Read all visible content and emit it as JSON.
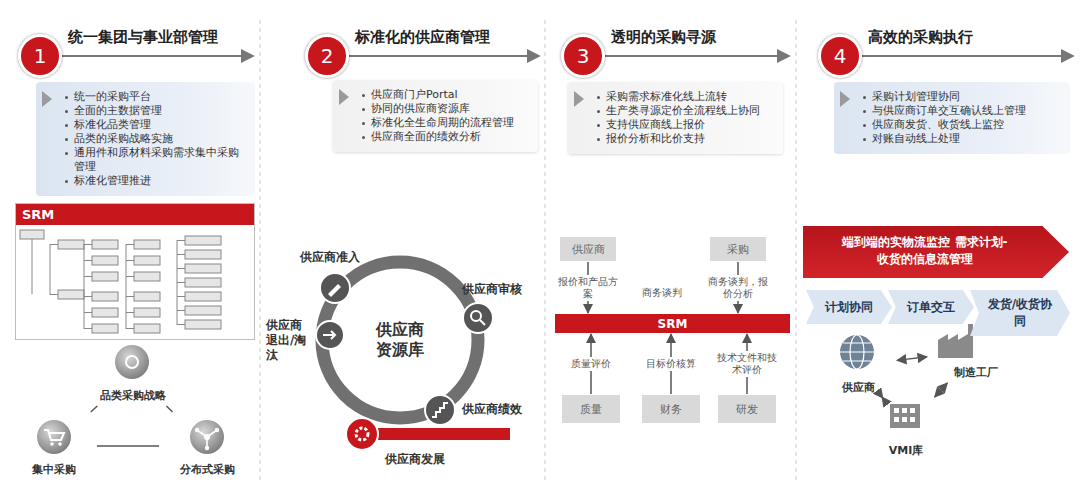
{
  "diagram": {
    "nodes": [
      {
        "text": [
          "1"
        ]
      },
      {
        "text": [
          "统一的采购平台",
          "全面的主数据管理",
          "标准化品类管理",
          "品类的采购战略实施",
          "通用件和原材料采购需求集中采购管理",
          "标准化管理推进"
        ]
      },
      {
        "text": [
          "SRM"
        ]
      },
      {
        "text": [
          "品类采购战略"
        ]
      },
      {
        "text": [
          "集中采购"
        ]
      },
      {
        "text": [
          "分布式采购"
        ]
      },
      {
        "text": [
          "2"
        ]
      },
      {
        "text": [
          "供应商门户Portal",
          "协同的供应商资源库",
          "标准化全生命周期的流程管理",
          "供应商全面的绩效分析"
        ]
      },
      {
        "text": [
          "供应商资源库"
        ]
      },
      {
        "text": [
          "供应商准入"
        ]
      },
      {
        "text": [
          "供应商审核"
        ]
      },
      {
        "text": [
          "供应商绩效"
        ]
      },
      {
        "text": [
          "供应商发展"
        ]
      },
      {
        "text": [
          "供应商退出/淘汰"
        ]
      },
      {
        "text": [
          "3"
        ]
      },
      {
        "text": [
          "采购需求标准化线上流转",
          "生产类寻源定价全流程线上协同",
          "支持供应商线上报价",
          "报价分析和比价支持"
        ]
      },
      {
        "text": [
          "供应商"
        ]
      },
      {
        "text": [
          "采购"
        ]
      },
      {
        "text": [
          "SRM"
        ]
      },
      {
        "text": [
          "质量"
        ]
      },
      {
        "text": [
          "财务"
        ]
      },
      {
        "text": [
          "研发"
        ]
      },
      {
        "text": [
          "4"
        ]
      },
      {
        "text": [
          "采购计划管理协同",
          "与供应商订单交互确认线上管理",
          "供应商发货、收货线上监控",
          "对账自动线上处理"
        ]
      },
      {
        "text": [
          "端到端的实物流监控 需求计划-收货的信息流管理"
        ]
      },
      {
        "text": [
          "计划协同"
        ]
      },
      {
        "text": [
          "订单交互"
        ]
      },
      {
        "text": [
          "发货/收货协同"
        ]
      },
      {
        "text": [
          "供应商"
        ]
      },
      {
        "text": [
          "制造工厂"
        ]
      },
      {
        "text": [
          "VMI库"
        ]
      }
    ],
    "edges": [
      {
        "from": 3,
        "to": 4,
        "arrow": "none"
      },
      {
        "from": 3,
        "to": 5,
        "arrow": "none"
      },
      {
        "from": 4,
        "to": 5,
        "arrow": "none"
      },
      {
        "from": 16,
        "to": 18,
        "label": "报价和产品方案",
        "arrow": "to"
      },
      {
        "from": 17,
        "to": 18,
        "label": "商务谈判，报价分析",
        "arrow": "to"
      },
      {
        "from": 19,
        "to": 18,
        "label": "质量评价",
        "arrow": "to"
      },
      {
        "from": 20,
        "to": 18,
        "label": "目标价核算",
        "arrow": "to"
      },
      {
        "from": 21,
        "to": 18,
        "label": "技术文件和技术评价",
        "arrow": "to"
      },
      {
        "from": 28,
        "to": 29,
        "arrow": "both"
      },
      {
        "from": 28,
        "to": 30,
        "arrow": "both"
      },
      {
        "from": 30,
        "to": 29,
        "arrow": "both"
      }
    ],
    "labels": [
      "统一集团与事业部管理",
      "标准化的供应商管理",
      "透明的采购寻源",
      "高效的采购执行",
      "商务谈判"
    ]
  }
}
